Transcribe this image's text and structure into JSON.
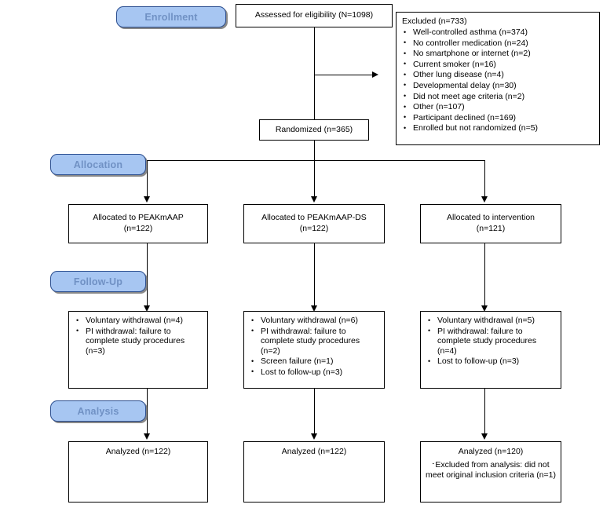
{
  "diagram": {
    "title": "CONSORT participant flow diagram",
    "colors": {
      "stage_fill": "#a7c6f2",
      "stage_border": "#2a4d8f",
      "stage_text": "#7091c4",
      "box_border": "#000000",
      "box_fill": "#ffffff",
      "connector": "#000000"
    }
  },
  "stages": {
    "enrollment": "Enrollment",
    "allocation": "Allocation",
    "followup": "Follow-Up",
    "analysis": "Analysis"
  },
  "enrollment": {
    "assessed": "Assessed for eligibility (N=1098)",
    "randomized": "Randomized (n=365)",
    "excluded": {
      "heading": "Excluded  (n=733)",
      "reasons": [
        "Well-controlled asthma (n=374)",
        "No controller medication (n=24)",
        "No smartphone or internet (n=2)",
        "Current smoker (n=16)",
        "Other lung disease (n=4)",
        "Developmental delay (n=30)",
        "Did not meet age criteria (n=2)",
        "Other (n=107)",
        "Participant declined (n=169)",
        "Enrolled but not randomized (n=5)"
      ]
    }
  },
  "arms": [
    {
      "key": "peakmaap",
      "allocation": {
        "line1": "Allocated to PEAKmAAP",
        "line2": "(n=122)"
      },
      "followup": [
        "Voluntary withdrawal (n=4)",
        "PI withdrawal: failure to complete study procedures (n=3)"
      ],
      "analysis": {
        "line1": "Analyzed  (n=122)",
        "note": ""
      }
    },
    {
      "key": "peakmaap-ds",
      "allocation": {
        "line1": "Allocated to PEAKmAAP-DS",
        "line2": "(n=122)"
      },
      "followup": [
        "Voluntary withdrawal (n=6)",
        "PI withdrawal: failure to complete study procedures (n=2)",
        "Screen failure (n=1)",
        "Lost to follow-up (n=3)"
      ],
      "analysis": {
        "line1": "Analyzed  (n=122)",
        "note": ""
      }
    },
    {
      "key": "intervention",
      "allocation": {
        "line1": "Allocated to intervention",
        "line2": "(n=121)"
      },
      "followup": [
        "Voluntary withdrawal (n=5)",
        "PI withdrawal: failure to complete study procedures (n=4)",
        "Lost to follow-up (n=3)"
      ],
      "analysis": {
        "line1": "Analyzed  (n=120)",
        "note": "Excluded from analysis: did not meet original inclusion criteria (n=1)"
      }
    }
  ]
}
